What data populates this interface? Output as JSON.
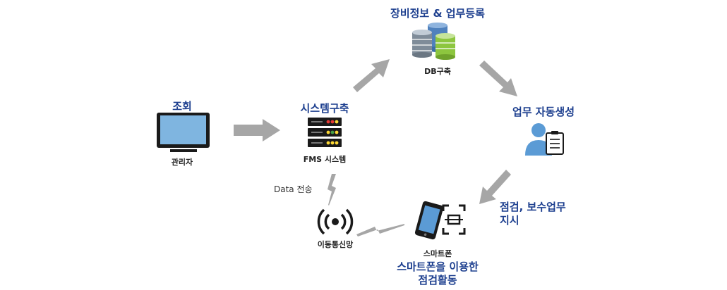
{
  "nodes": {
    "inquiry": {
      "title": "조회",
      "caption": "관리자",
      "icon": "monitor-icon"
    },
    "system": {
      "title": "시스템구축",
      "caption": "FMS 시스템",
      "icon": "server-icon"
    },
    "db": {
      "title": "장비정보 & 업무등록",
      "caption": "DB구축",
      "icon": "database-icon"
    },
    "task": {
      "title": "업무 자동생성",
      "icon": "worker-clipboard-icon"
    },
    "instruction": {
      "title_line1": "점검, 보수업무",
      "title_line2": "지시"
    },
    "smartphone": {
      "caption": "스마트폰",
      "title_line1": "스마트폰을 이용한",
      "title_line2": "점검활동",
      "icon": "smartphone-scan-icon"
    },
    "network": {
      "caption": "이동통신망",
      "icon": "wireless-signal-icon"
    }
  },
  "data_transfer_label": "Data 전송",
  "colors": {
    "title_blue": "#1d3f8f",
    "icon_blue": "#5b9bd5",
    "arrow_gray": "#a6a6a6",
    "dark": "#1a1a1a",
    "db_green": "#8dc63f",
    "db_steel": "#4f81bd"
  }
}
